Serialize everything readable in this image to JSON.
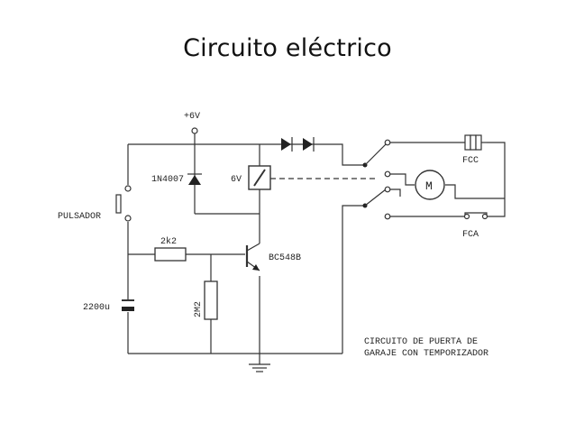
{
  "title": "Circuito eléctrico",
  "schematic": {
    "supply_label": "+6V",
    "diode_label": "1N4007",
    "relay_label": "6V",
    "pushbutton_label": "PULSADOR",
    "resistor1_label": "2k2",
    "transistor_label": "BC548B",
    "resistor2_label": "2M2",
    "capacitor_label": "2200u",
    "limit_switch_top_label": "FCC",
    "motor_label": "M",
    "limit_switch_bottom_label": "FCA",
    "caption_line1": "CIRCUITO  DE  PUERTA  DE",
    "caption_line2": "GARAJE  CON  TEMPORIZADOR"
  }
}
